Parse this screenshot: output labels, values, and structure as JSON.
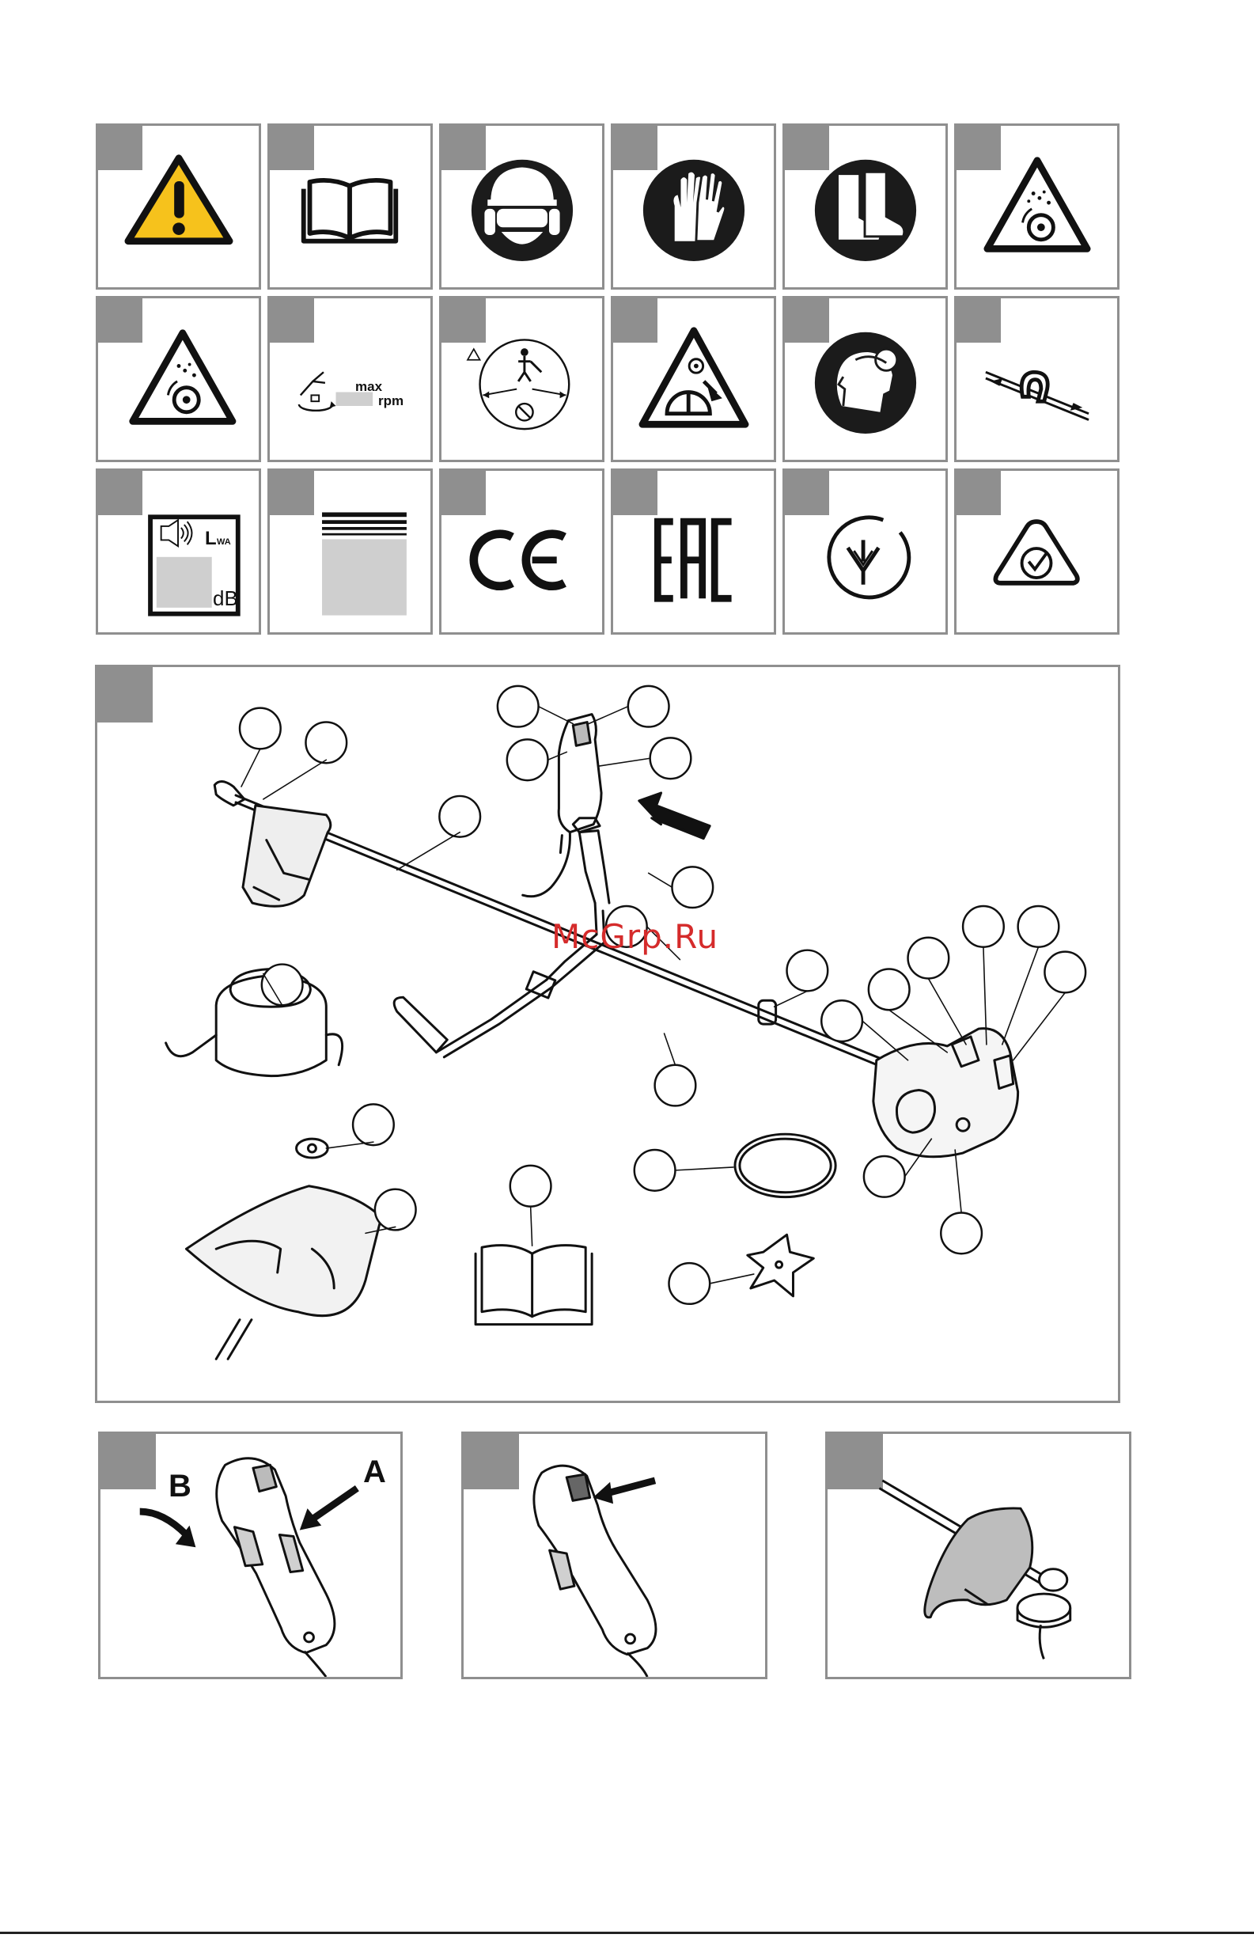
{
  "symbol_grid": {
    "rows": [
      [
        {
          "name": "warning-symbol-panel",
          "icon": "warning-triangle-icon",
          "text": []
        },
        {
          "name": "read-manual-symbol-panel",
          "icon": "open-book-icon",
          "text": []
        },
        {
          "name": "head-protection-symbol-panel",
          "icon": "helmet-goggles-earmuffs-icon",
          "text": []
        },
        {
          "name": "gloves-symbol-panel",
          "icon": "gloves-icon",
          "text": []
        },
        {
          "name": "boots-symbol-panel",
          "icon": "boots-icon",
          "text": []
        },
        {
          "name": "thrown-objects-symbol-panel",
          "icon": "thrown-objects-warning-icon",
          "text": []
        }
      ],
      [
        {
          "name": "thrown-objects-symbol-panel-2",
          "icon": "thrown-objects-warning-icon",
          "text": []
        },
        {
          "name": "max-rpm-symbol-panel",
          "icon": "max-rpm-icon",
          "text": [
            "max",
            "rpm"
          ]
        },
        {
          "name": "safety-distance-symbol-panel",
          "icon": "safety-distance-icon",
          "text": []
        },
        {
          "name": "rotating-blade-symbol-panel",
          "icon": "blade-kickback-warning-icon",
          "text": []
        },
        {
          "name": "long-hair-symbol-panel",
          "icon": "tie-back-hair-icon",
          "text": []
        },
        {
          "name": "cord-direction-symbol-panel",
          "icon": "cutting-line-icon",
          "text": []
        }
      ],
      [
        {
          "name": "sound-power-symbol-panel",
          "icon": "sound-power-icon",
          "text": [
            "L",
            "WA",
            "dB"
          ]
        },
        {
          "name": "rating-plate-symbol-panel",
          "icon": "rating-plate-icon",
          "text": []
        },
        {
          "name": "ce-mark-panel",
          "icon": "ce-mark-icon",
          "text": [
            "CE"
          ]
        },
        {
          "name": "eac-mark-panel",
          "icon": "eac-mark-icon",
          "text": [
            "EAC"
          ]
        },
        {
          "name": "ua-mark-panel",
          "icon": "ukraine-conformity-icon",
          "text": []
        },
        {
          "name": "rcm-mark-panel",
          "icon": "rcm-mark-icon",
          "text": []
        }
      ]
    ]
  },
  "exploded_view": {
    "icon": "brush-cutter-components-icon",
    "watermark": "McGrp.Ru"
  },
  "bottom_panels": [
    {
      "name": "throttle-lock-panel",
      "icon": "throttle-handle-icon",
      "labels": [
        "A",
        "B"
      ]
    },
    {
      "name": "throttle-switch-panel",
      "icon": "throttle-switch-icon",
      "labels": []
    },
    {
      "name": "guard-mount-panel",
      "icon": "guard-trimmer-head-icon",
      "labels": []
    }
  ],
  "texts": {
    "max": "max",
    "rpm": "rpm",
    "lwa_l": "L",
    "lwa_sub": "WA",
    "db": "dB",
    "label_a": "A",
    "label_b": "B"
  }
}
